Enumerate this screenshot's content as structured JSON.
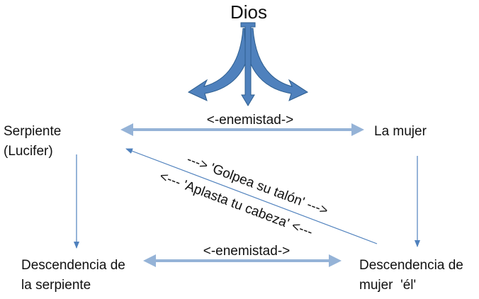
{
  "title": "Dios",
  "nodes": {
    "serpiente": [
      "Serpiente",
      "(Lucifer)"
    ],
    "mujer": "La mujer",
    "desc_serpiente": [
      "Descendencia de",
      "la serpiente"
    ],
    "desc_mujer": [
      "Descendencia de",
      "mujer  'él'"
    ]
  },
  "edges": {
    "enemistad_top": "<-enemistad->",
    "enemistad_bottom": "<-enemistad->",
    "golpea": "---> 'Golpea su talón' --->",
    "aplasta": "<--- 'Aplasta tu cabeza' <---"
  },
  "colors": {
    "arrow": "#95b3d7",
    "thin_arrow": "#4f81bd",
    "trident_fill": "#4f81bd",
    "trident_stroke": "#2c5d8f",
    "text": "#111111"
  },
  "icons": [
    "trident-arrow-icon"
  ]
}
